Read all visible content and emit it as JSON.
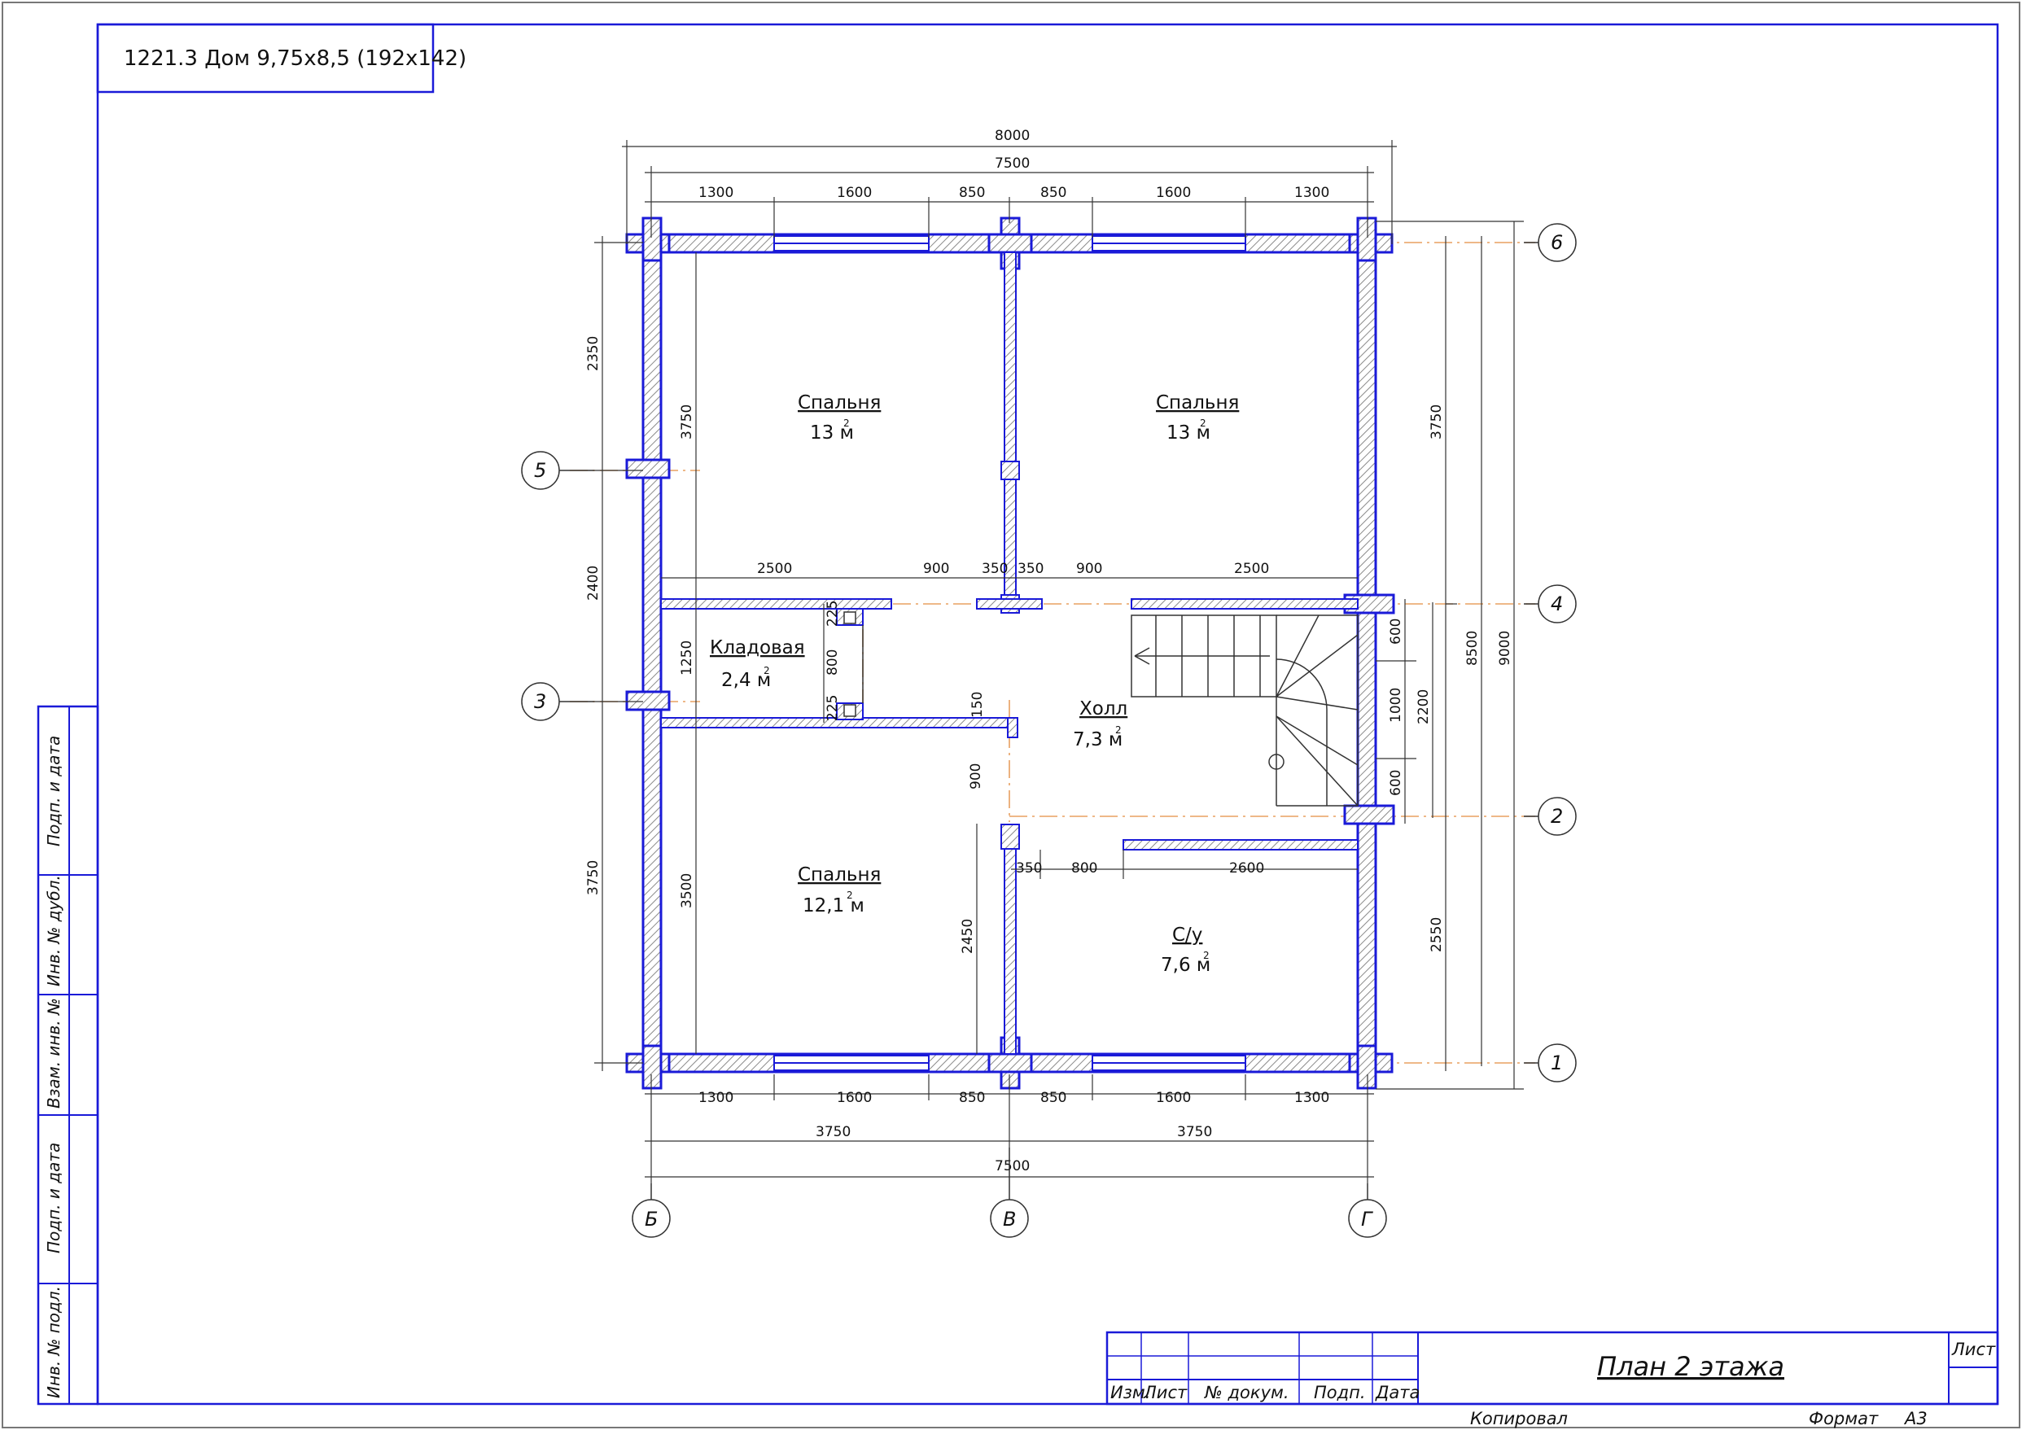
{
  "project_title": "1221.3 Дом 9,75х8,5 (192х142)",
  "sheet_title": "План 2 этажа",
  "rooms": [
    {
      "name": "Спальня",
      "area": "13 м",
      "sup": "2"
    },
    {
      "name": "Спальня",
      "area": "13 м",
      "sup": "2"
    },
    {
      "name": "Кладовая",
      "area": "2,4 м",
      "sup": "2"
    },
    {
      "name": "Холл",
      "area": "7,3 м",
      "sup": "2"
    },
    {
      "name": "Спальня",
      "area": "12,1 м",
      "sup": "2"
    },
    {
      "name": "С/у",
      "area": "7,6 м",
      "sup": "2"
    }
  ],
  "axes": {
    "horizontal": [
      "6",
      "5",
      "4",
      "3",
      "2",
      "1"
    ],
    "vertical": [
      "Б",
      "В",
      "Г"
    ]
  },
  "dimensions": {
    "top_overall": "8000",
    "top_axes": "7500",
    "top_segments": [
      "1300",
      "1600",
      "850",
      "850",
      "1600",
      "1300"
    ],
    "bottom_segments": [
      "1300",
      "1600",
      "850",
      "850",
      "1600",
      "1300"
    ],
    "bottom_halves": [
      "3750",
      "3750"
    ],
    "bottom_axes": "7500",
    "left_outer": [
      "2350",
      "2400",
      "3750"
    ],
    "left_inner": [
      "3750",
      "1250",
      "3500"
    ],
    "right_inner_top": "3750",
    "right_stair": [
      "600",
      "1000",
      "600"
    ],
    "right_2200": "2200",
    "right_bottom": "2550",
    "right_8500": "8500",
    "right_9000": "9000",
    "mid_row": [
      "2500",
      "900",
      "350",
      "350",
      "900",
      "2500"
    ],
    "pantry_small": [
      "225",
      "800",
      "225"
    ],
    "pantry_150": "150",
    "pantry_900": "900",
    "bath_row": [
      "350",
      "800",
      "2600"
    ],
    "bath_2450": "2450"
  },
  "stamp": {
    "columns": [
      "Изм.",
      "Лист",
      "№ докум.",
      "Подп.",
      "Дата"
    ],
    "sheet_label": "Лист",
    "copied": "Копировал",
    "format_label": "Формат",
    "format_value": "А3"
  },
  "side_stamp": [
    "Подп. и дата",
    "Инв. № дубл.",
    "Взам. инв. №",
    "Подп. и дата",
    "Инв. № подл."
  ],
  "colors": {
    "wall": "#1a1ad8",
    "hatch": "#8a8a8a",
    "frame": "#1a1ad8",
    "axis_line": "#e8a060",
    "line": "#222222"
  }
}
